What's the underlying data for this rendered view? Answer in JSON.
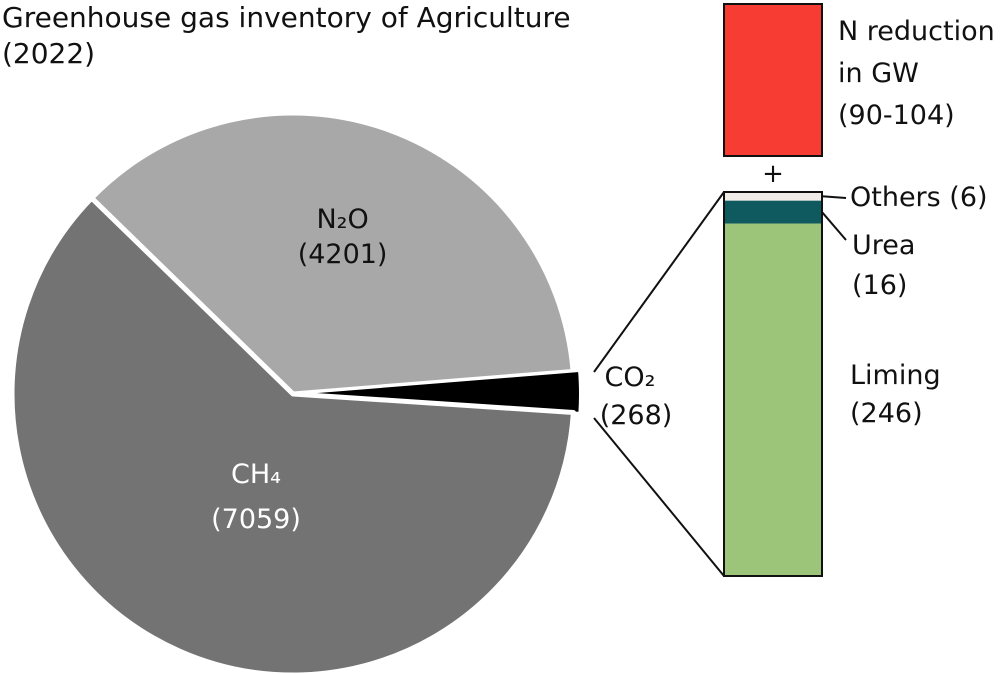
{
  "title_line1": "Greenhouse gas inventory of Agriculture",
  "title_line2": "(2022)",
  "chart_data": [
    {
      "type": "pie",
      "title": "Greenhouse gas inventory of Agriculture (2022)",
      "slices": [
        {
          "name": "N₂O",
          "value": 4201,
          "label": "(4201)",
          "color": "#a8a8a8"
        },
        {
          "name": "CO₂",
          "value": 268,
          "label": "(268)",
          "color": "#000000"
        },
        {
          "name": "CH₄",
          "value": 7059,
          "label": "(7059)",
          "color": "#737373"
        }
      ]
    },
    {
      "type": "bar",
      "stacked": true,
      "categories": [
        "CO₂ (268)"
      ],
      "series": [
        {
          "name": "Liming",
          "label": "(246)",
          "value": 246,
          "color": "#9dc57a"
        },
        {
          "name": "Urea",
          "label": "(16)",
          "value": 16,
          "color": "#0e5a5e"
        },
        {
          "name": "Others",
          "label": "(6)",
          "value": 6,
          "color": "#f1ece8"
        }
      ],
      "ylim": [
        0,
        268
      ]
    },
    {
      "type": "bar",
      "categories": [
        "N reduction in GW"
      ],
      "name_lines": [
        "N reduction",
        "in GW"
      ],
      "range_label": "(90-104)",
      "range": [
        90,
        104
      ],
      "color": "#f73c33"
    }
  ],
  "plus_sign": "+"
}
